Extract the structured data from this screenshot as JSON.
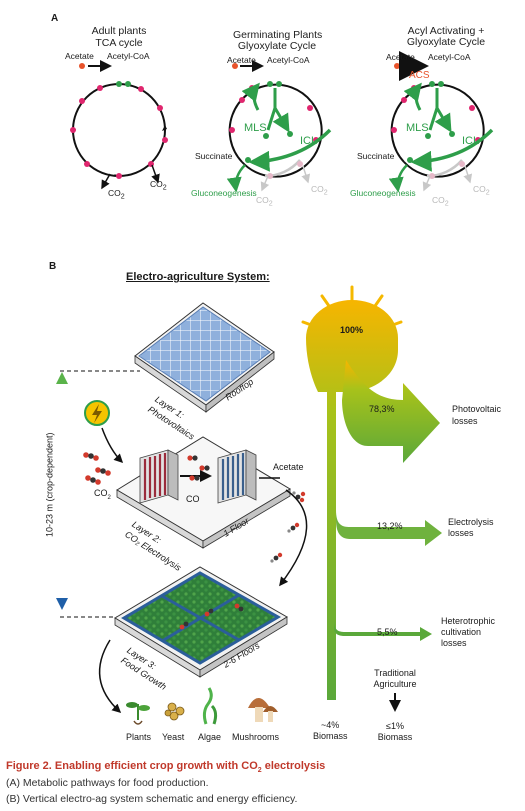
{
  "panel_a": {
    "label": "A",
    "cycle1": {
      "title_line1": "Adult plants",
      "title_line2": "TCA cycle",
      "acetate": "Acetate",
      "acetyl_coa": "Acetyl-CoA",
      "co2_left": "CO",
      "co2_right": "CO",
      "sub": "2"
    },
    "cycle2": {
      "title_line1": "Germinating Plants",
      "title_line2": "Glyoxylate Cycle",
      "acetate": "Acetate",
      "acetyl_coa": "Acetyl-CoA",
      "mls": "MLS",
      "icl": "ICL",
      "succinate": "Succinate",
      "gluconeogenesis": "Gluconeogenesis",
      "co2_left": "CO",
      "co2_right": "CO",
      "sub": "2"
    },
    "cycle3": {
      "title_line1": "Acyl Activating +",
      "title_line2": "Glyoxylate Cycle",
      "acetate": "Acetate",
      "acetyl_coa": "Acetyl-CoA",
      "acs": "ACS",
      "mls": "MLS",
      "icl": "ICL",
      "succinate": "Succinate",
      "gluconeogenesis": "Gluconeogenesis",
      "co2_left": "CO",
      "co2_right": "CO",
      "sub": "2"
    }
  },
  "panel_b": {
    "label": "B",
    "title": "Electro-agriculture System:",
    "height_label": "10-23 m (crop-dependent)",
    "layer1": {
      "line1": "Layer 1:",
      "line2": "Photovoltaics",
      "roof": "Rooftop"
    },
    "layer2": {
      "line1": "Layer 2:",
      "line2": "CO₂ Electrolysis",
      "floor": "1 Floor",
      "co2": "CO",
      "co2_sub": "2",
      "co": "CO",
      "acetate": "Acetate"
    },
    "layer3": {
      "line1": "Layer 3:",
      "line2": "Food Growth",
      "floors": "2-6 Floors"
    },
    "products": [
      "Plants",
      "Yeast",
      "Algae",
      "Mushrooms"
    ],
    "sankey": {
      "start": "100%",
      "flows": [
        {
          "value": "78,3%",
          "label_line1": "Photovoltaic",
          "label_line2": "losses"
        },
        {
          "value": "13,2%",
          "label_line1": "Electrolysis",
          "label_line2": "losses"
        },
        {
          "value": "5,5%",
          "label_line1": "Heterotrophic",
          "label_line2": "cultivation",
          "label_line3": "losses"
        }
      ],
      "remaining_line1": "~4%",
      "remaining_line2": "Biomass",
      "traditional_line1": "Traditional",
      "traditional_line2": "Agriculture",
      "traditional_value_line1": "≤1%",
      "traditional_value_line2": "Biomass"
    }
  },
  "caption": {
    "title_pre": "Figure 2.  Enabling efficient crop growth with CO",
    "title_sub": "2",
    "title_post": " electrolysis",
    "line_a": "(A) Metabolic pathways for food production.",
    "line_b": "(B) Vertical electro-ag system schematic and energy efficiency."
  },
  "colors": {
    "green": "#2e9e4a",
    "magenta": "#e0266e",
    "orange": "#e8532b",
    "grey": "#c8c8c8",
    "sun": "#f5b800"
  }
}
